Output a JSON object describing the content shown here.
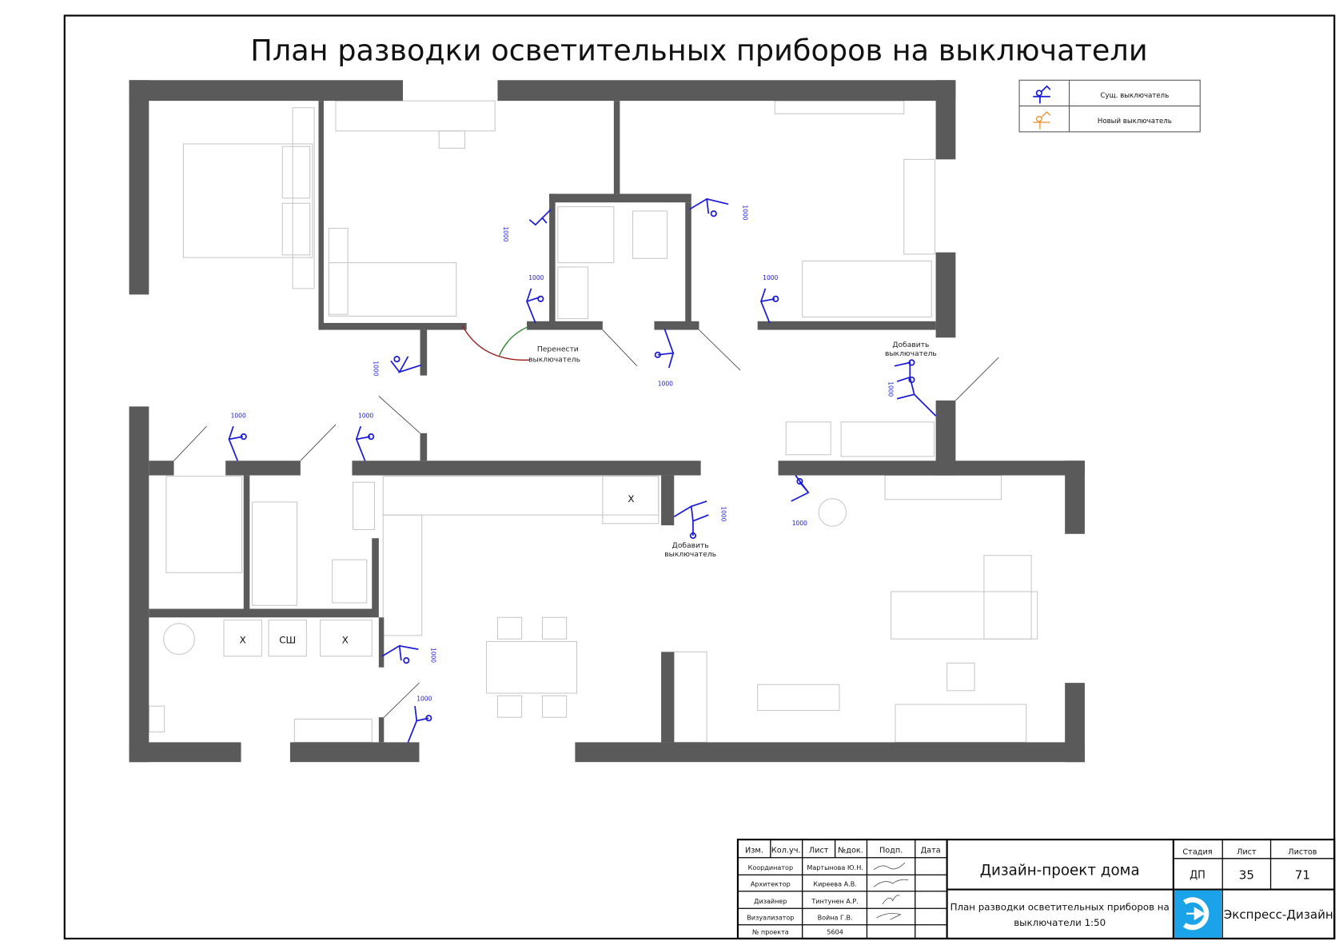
{
  "title": "План разводки осветительных приборов на выключатели",
  "legend": [
    {
      "label": "Сущ. выключатель",
      "color": "#1a1ad8",
      "icon": "existing-switch-icon"
    },
    {
      "label": "Новый выключатель",
      "color": "#e8902a",
      "icon": "new-switch-icon"
    }
  ],
  "annotations": {
    "move_switch": [
      "Перенести",
      "выключатель"
    ],
    "add_switch_1": [
      "Добавить",
      "выключатель"
    ],
    "add_switch_2": [
      "Добавить",
      "выключатель"
    ],
    "height": "1000"
  },
  "furniture_labels": {
    "x1": "Х",
    "ssh": "СШ",
    "x2": "Х",
    "x3": "Х"
  },
  "title_block": {
    "headers": [
      "Изм.",
      "Кол.уч.",
      "Лист",
      "№док.",
      "Подп.",
      "Дата"
    ],
    "roles": [
      {
        "role": "Координатор",
        "name": "Мартынова Ю.Н."
      },
      {
        "role": "Архитектор",
        "name": "Киреева А.В."
      },
      {
        "role": "Дизайнер",
        "name": "Тинтунен А.Р."
      },
      {
        "role": "Визуализатор",
        "name": "Война Г.В."
      }
    ],
    "project_label": "№ проекта",
    "project_number": "5604",
    "project_title": "Дизайн-проект дома",
    "sheet_title_1": "План разводки осветительных приборов на",
    "sheet_title_2": "выключатели 1:50",
    "stage_label": "Стадия",
    "sheet_label": "Лист",
    "sheets_label": "Листов",
    "stage": "ДП",
    "sheet": "35",
    "sheets": "71",
    "company": "Экспресс-Дизайн",
    "logo_color": "#1aa3e8"
  }
}
